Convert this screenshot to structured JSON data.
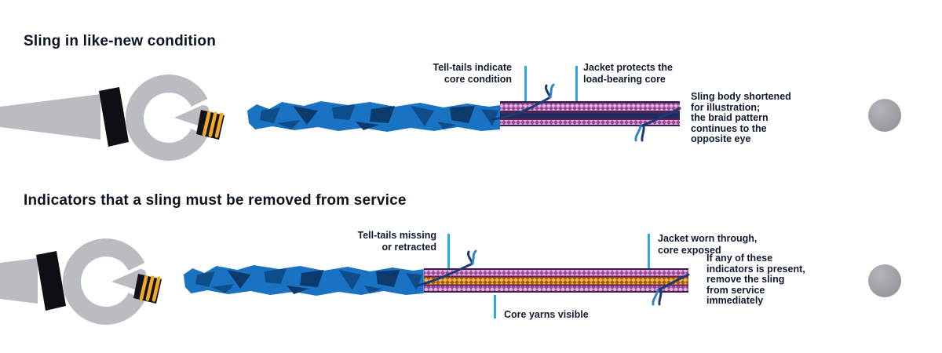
{
  "figure1": {
    "title": "Sling in like-new condition",
    "callouts": {
      "tell_tail": {
        "lines": [
          "Tell-tails indicate",
          "core condition"
        ]
      },
      "cover": {
        "lines": [
          "Jacket protects the",
          "load-bearing core"
        ]
      },
      "continuation": {
        "lines": [
          "Sling body shortened",
          "for illustration;",
          "the braid pattern",
          "continues to the",
          "opposite eye"
        ]
      }
    }
  },
  "figure2": {
    "title": "Indicators that a sling must be removed from service",
    "callouts": {
      "tell_tail": {
        "lines": [
          "Tell-tails missing",
          "or retracted"
        ]
      },
      "jacket_damage": {
        "lines": [
          "Jacket worn through,",
          "core exposed"
        ]
      },
      "core": {
        "lines": [
          "Core yarns visible"
        ]
      },
      "continuation": {
        "lines": [
          "If any of these",
          "indicators is present,",
          "remove the sling",
          "from service",
          "immediately"
        ]
      }
    }
  },
  "parts": {
    "eye_fitting": "spliced-eye-fitting",
    "whipping": "whipping-twine",
    "chafe_cover": "chafe-protection-cover",
    "rope_jacket": "double-braid-jacket",
    "core_stripe": "core-yarn-stripe",
    "tell_tail": "tell-tail-yarn",
    "continuation_dot": "continuation-dot"
  },
  "colors": {
    "leader_line": "#2aa9e2",
    "text": "#101a2e",
    "fitting_gray": "#b9bcc0",
    "whipping_gold": "#f2a829",
    "cover_blue": "#1a73c2",
    "cover_blue_dark": "#0e4c8a",
    "jacket_pink": "#eaaad8",
    "jacket_purple": "#8d4b9d",
    "jacket_edge": "#3a1c4e",
    "center_stripe_navy": "#1b2d63",
    "core_gold": "#f5b63e",
    "core_brown": "#a55a10",
    "tell_tail_navy": "#1c3a78",
    "tell_tail_blue": "#2e86c8",
    "dot_gray": "#9da0a4"
  }
}
